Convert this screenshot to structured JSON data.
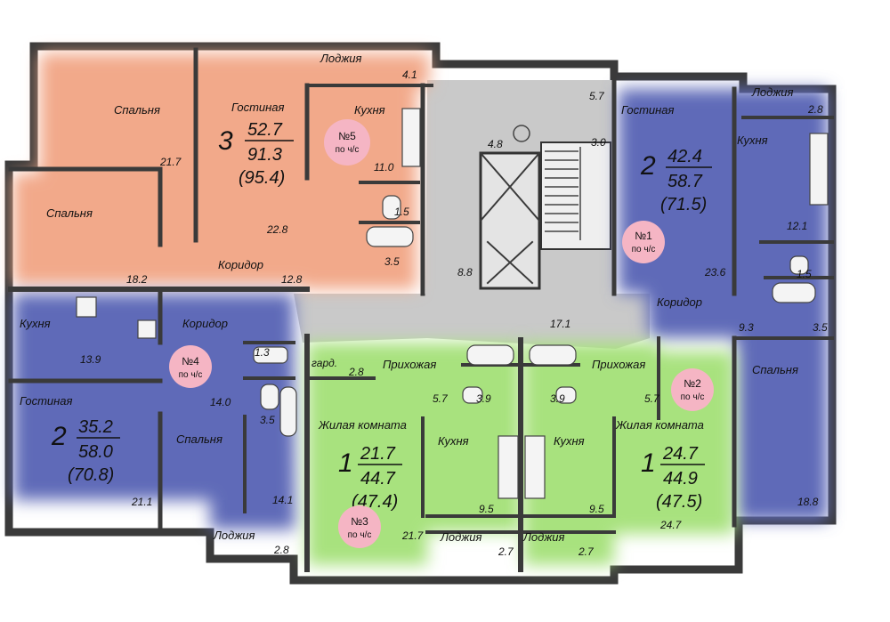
{
  "colors": {
    "orange": "#f2a98a",
    "blue": "#5e6ab8",
    "green": "#a8e27e",
    "common": "#c9c9c9",
    "badge": "#f5b5c4"
  },
  "apartments": {
    "a1": {
      "badge": "№1",
      "note": "по ч/с",
      "rooms": "2",
      "living": "42.4",
      "total": "58.7",
      "with_balcony": "(71.5)"
    },
    "a2": {
      "badge": "№2",
      "note": "по ч/с",
      "rooms": "1",
      "living": "24.7",
      "total": "44.9",
      "with_balcony": "(47.5)"
    },
    "a3": {
      "badge": "№3",
      "note": "по ч/с",
      "rooms": "1",
      "living": "21.7",
      "total": "44.7",
      "with_balcony": "(47.4)"
    },
    "a4": {
      "badge": "№4",
      "note": "по ч/с",
      "rooms": "2",
      "living": "35.2",
      "total": "58.0",
      "with_balcony": "(70.8)"
    },
    "a5": {
      "badge": "№5",
      "note": "по ч/с",
      "rooms": "3",
      "living": "52.7",
      "total": "91.3",
      "with_balcony": "(95.4)"
    }
  },
  "labels": {
    "loggia": "Лоджия",
    "bedroom": "Спальня",
    "living_room": "Гостиная",
    "kitchen": "Кухня",
    "corridor": "Коридор",
    "hallway": "Прихожая",
    "living_space": "Жилая комната",
    "wardrobe": "гард."
  },
  "areas": {
    "a5_loggia": "4.1",
    "a5_bed1": "21.7",
    "a5_bed2": "18.2",
    "a5_living": "22.8",
    "a5_kitchen": "11.0",
    "a5_wc": "1.5",
    "a5_bath": "3.5",
    "a5_corridor": "12.8",
    "core_hall": "4.8",
    "core_landing": "3.0",
    "core_lobby": "5.7",
    "core_elev": "8.8",
    "core_corridor": "17.1",
    "a1_loggia": "2.8",
    "a1_kitchen": "12.1",
    "a1_living": "23.6",
    "a1_wc": "1.5",
    "a1_corridor": "9.3",
    "a1_bath": "3.5",
    "a1_bedroom": "18.8",
    "a4_kitchen": "13.9",
    "a4_wc": "1.3",
    "a4_corridor": "14.0",
    "a4_bath": "3.5",
    "a4_living": "21.1",
    "a4_bedroom": "14.1",
    "a4_loggia": "2.8",
    "a3_wardrobe": "2.8",
    "a3_hall": "5.7",
    "a3_bath": "3.9",
    "a3_kitchen": "9.5",
    "a3_room": "21.7",
    "a3_loggia": "2.7",
    "a2_bath": "3.9",
    "a2_hall": "5.7",
    "a2_kitchen": "9.5",
    "a2_room": "24.7",
    "a2_loggia": "2.7"
  }
}
